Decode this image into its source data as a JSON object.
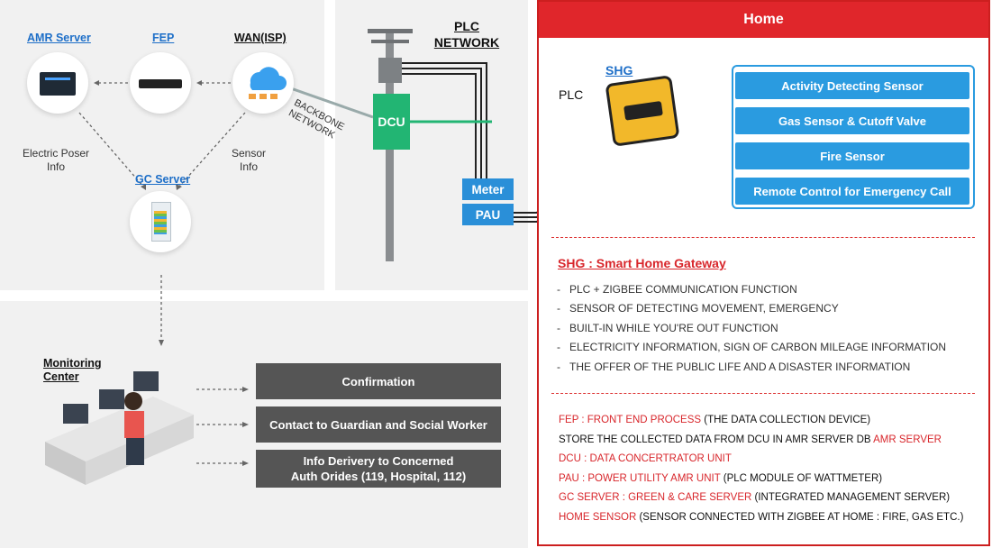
{
  "home": {
    "title": "Home",
    "shg_label": "SHG",
    "plc_label": "PLC",
    "sensors": [
      "Activity Detecting Sensor",
      "Gas Sensor & Cutoff Valve",
      "Fire Sensor",
      "Remote Control for Emergency Call"
    ],
    "shg_heading": "SHG : Smart Home Gateway",
    "shg_bullets": [
      "PLC + ZIGBEE COMMUNICATION FUNCTION",
      "SENSOR OF DETECTING MOVEMENT, EMERGENCY",
      "BUILT-IN WHILE YOU'RE OUT FUNCTION",
      "ELECTRICITY INFORMATION, SIGN OF CARBON MILEAGE INFORMATION",
      "THE OFFER OF THE PUBLIC LIFE AND A DISASTER INFORMATION"
    ],
    "definitions": [
      {
        "red": "FEP : FRONT END PROCESS",
        "black": " (THE DATA COLLECTION DEVICE)"
      },
      {
        "black": "STORE THE COLLECTED DATA FROM DCU IN AMR SERVER DB ",
        "red": "AMR SERVER",
        "red_after": true
      },
      {
        "red": "DCU : DATA CONCERTRATOR UNIT",
        "black": ""
      },
      {
        "red": "PAU : POWER UTILITY AMR UNIT",
        "black": " (PLC MODULE OF WATTMETER)"
      },
      {
        "red": "GC SERVER : GREEN & CARE SERVER",
        "black": " (INTEGRATED MANAGEMENT SERVER)"
      },
      {
        "red": "HOME SENSOR",
        "black": " (SENSOR CONNECTED WITH ZIGBEE AT HOME : FIRE, GAS ETC.)"
      }
    ]
  },
  "servers": {
    "amr_label": "AMR Server",
    "fep_label": "FEP",
    "wan_label": "WAN(ISP)",
    "gc_label": "GC Server",
    "electric_caption_1": "Electric Poser",
    "electric_caption_2": "Info",
    "sensor_caption_1": "Sensor",
    "sensor_caption_2": "Info"
  },
  "plc": {
    "title_1": "PLC",
    "title_2": "NETWORK",
    "backbone_1": "BACKBONE",
    "backbone_2": "NETWORK",
    "dcu": "DCU",
    "meter": "Meter",
    "pau": "PAU"
  },
  "monitoring": {
    "label_1": "Monitoring",
    "label_2": "Center",
    "actions": [
      "Confirmation",
      "Contact to Guardian and Social Worker",
      "Info Derivery to Concerned"
    ],
    "action3_line2": "Auth Orides (119, Hospital, 112)"
  },
  "colors": {
    "home_red": "#e0262b",
    "sensor_blue": "#2a9be0",
    "dcu_green": "#22b573",
    "action_gray": "#555555"
  }
}
